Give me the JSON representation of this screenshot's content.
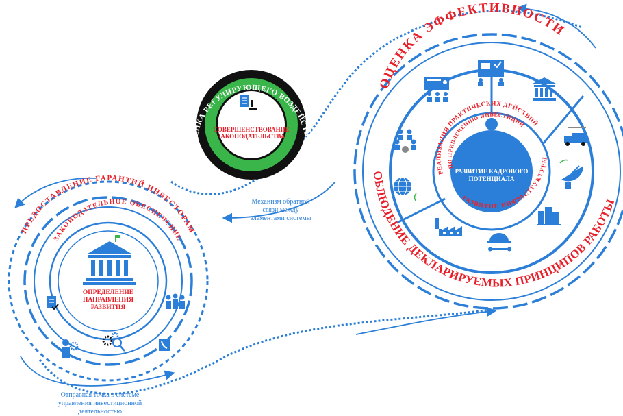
{
  "left_circle": {
    "outer_ring_text": "ПРЕДОСТАВЛЕНИЕ ГАРАНТИЙ ИНВЕСТОРАМ",
    "inner_ring_text": "ЗАКОНОДАТЕЛЬНОЕ ОБЕСПЕЧЕНИЕ",
    "center_text": "ОПРЕДЕЛЕНИЕ НАПРАВЛЕНИЯ РАЗВИТИЯ",
    "icons": [
      "government-building-icon",
      "document-check-icon",
      "team-icon",
      "phone-icon",
      "gears-search-icon",
      "worker-gear-icon"
    ]
  },
  "green_circle": {
    "ring_text": "ОЦЕНКА РЕГУЛИРУЮЩЕГО ВОЗДЕЙСТВИЯ",
    "center_text": "СОВЕРШЕНСТВОВАНИЕ ЗАКОНОДАТЕЛЬСТВА",
    "icons": [
      "document-microscope-icon"
    ]
  },
  "right_circle": {
    "top_ring_text": "ОЦЕНКА ЭФФЕКТИВНОСТИ",
    "bottom_ring_text": "СОБЛЮДЕНИЕ ДЕКЛАРИРУЕМЫХ ПРИНЦИПОВ РАБОТЫ",
    "inner_top_text": "РЕАЛИЗАЦИЯ ПРАКТИЧЕСКИХ ДЕЙСТВИЙ",
    "inner_top_text2": "ПО ПРИВЛЕЧЕНИЮ ИНВЕСТИЦИЙ",
    "inner_right_text": "РАЗВИТИЕ ИНФРАСТРУКТУРЫ",
    "center_text": "РАЗВИТИЕ КАДРОВОГО ПОТЕНЦИАЛА",
    "icons": [
      "presentation-icon",
      "online-meeting-icon",
      "bank-icon",
      "network-people-icon",
      "globe-icon",
      "logistics-truck-icon",
      "satellite-dish-icon",
      "factory-icon",
      "city-buildings-icon",
      "helmet-wrench-icon",
      "person-icon"
    ]
  },
  "notes": {
    "feedback": "Механизм обратной связи между элементами системы",
    "start_point": "Отправная точка в системе управления инвестиционной деятельностью"
  },
  "colors": {
    "blue": "#2c7fd8",
    "red": "#e8202a",
    "green": "#3ab54a",
    "dark": "#111111"
  }
}
